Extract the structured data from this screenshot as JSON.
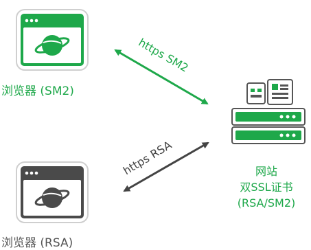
{
  "browsers": [
    {
      "label": "浏览器 (SM2)",
      "color": "#1ea84a"
    },
    {
      "label": "浏览器 (RSA)",
      "color": "#4a4a4a"
    }
  ],
  "connections": [
    {
      "label": "https SM2",
      "color": "#1ea84a"
    },
    {
      "label": "https RSA",
      "color": "#444444"
    }
  ],
  "server": {
    "label_lines": [
      "网站",
      "双SSL证书",
      "(RSA/SM2)"
    ],
    "color": "#1ea84a"
  }
}
